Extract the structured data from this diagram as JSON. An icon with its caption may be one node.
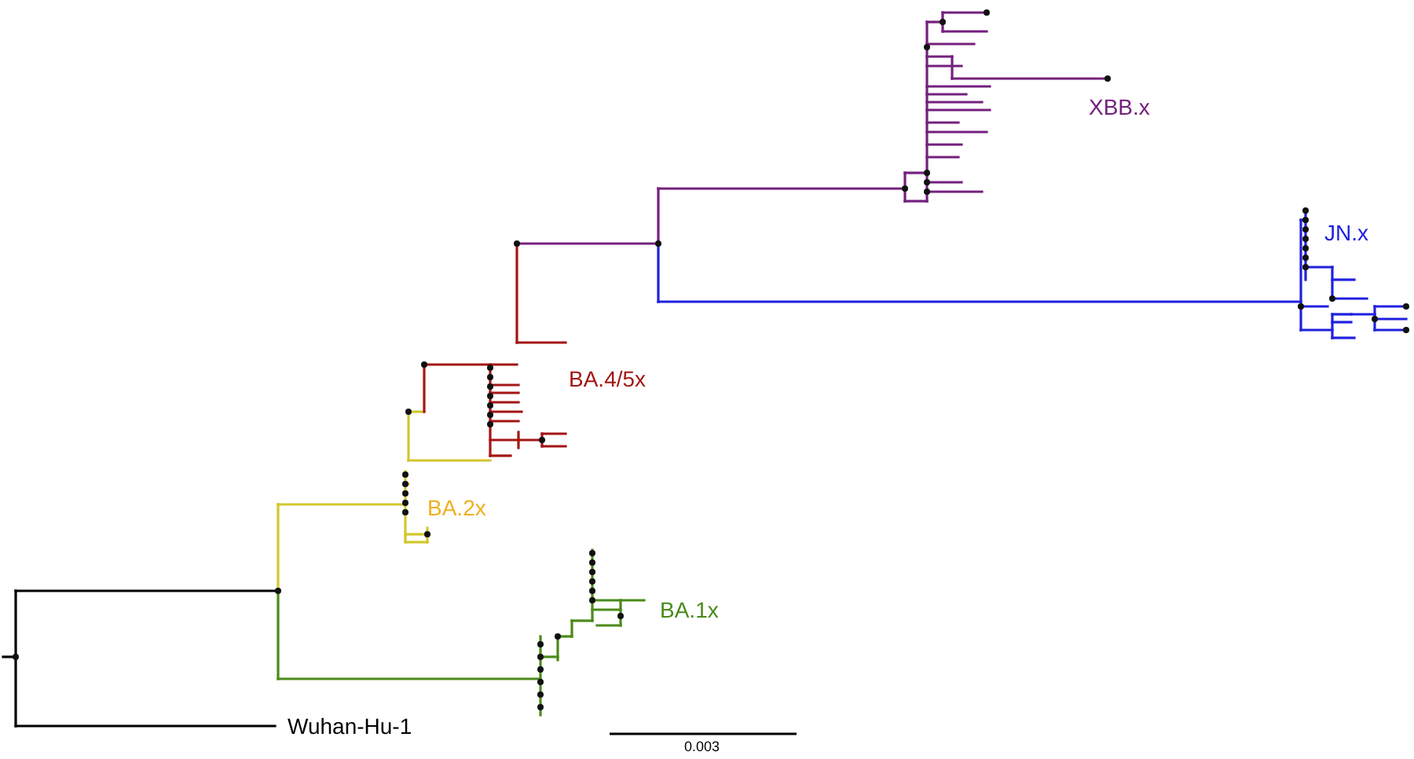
{
  "diagram": {
    "labels": [
      "XBB.x",
      "JN.x",
      "BA.4/5x",
      "BA.2x",
      "BA.1x",
      "Wuhan-Hu-1",
      "0.003"
    ]
  }
}
